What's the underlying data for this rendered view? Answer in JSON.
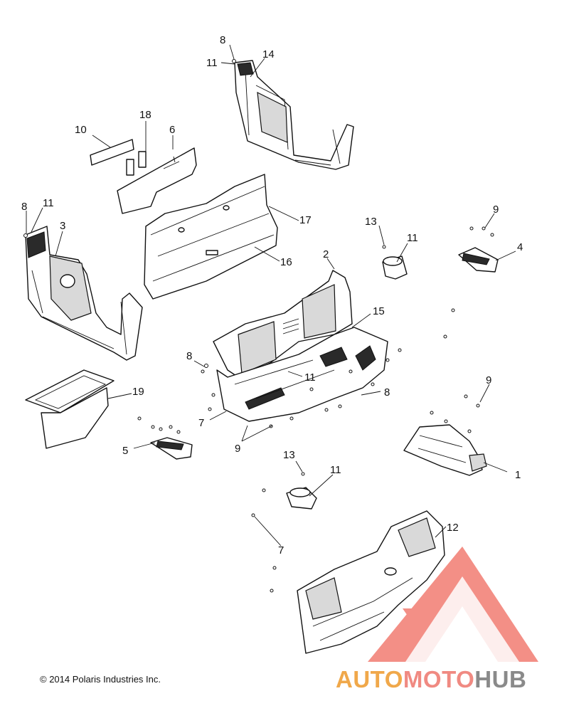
{
  "callouts": {
    "c1": "1",
    "c2": "2",
    "c3": "3",
    "c4": "4",
    "c5": "5",
    "c6": "6",
    "c7a": "7",
    "c7b": "7",
    "c8a": "8",
    "c8b": "8",
    "c8c": "8",
    "c8d": "8",
    "c9a": "9",
    "c9b": "9",
    "c9c": "9",
    "c10": "10",
    "c11a": "11",
    "c11b": "11",
    "c11c": "11",
    "c11d": "11",
    "c11e": "11",
    "c12": "12",
    "c13a": "13",
    "c13b": "13",
    "c14": "14",
    "c15": "15",
    "c16": "16",
    "c17": "17",
    "c18": "18",
    "c19": "19"
  },
  "footer": {
    "copyright": "© 2014 Polaris Industries Inc."
  },
  "watermark": {
    "part1": "AUTO",
    "part2": "MOTO",
    "part3": "HUB",
    "color1": "#f0a84a",
    "color2": "#f08a82",
    "color3": "#8a8a8a",
    "triangle_color": "#f06a5e"
  }
}
